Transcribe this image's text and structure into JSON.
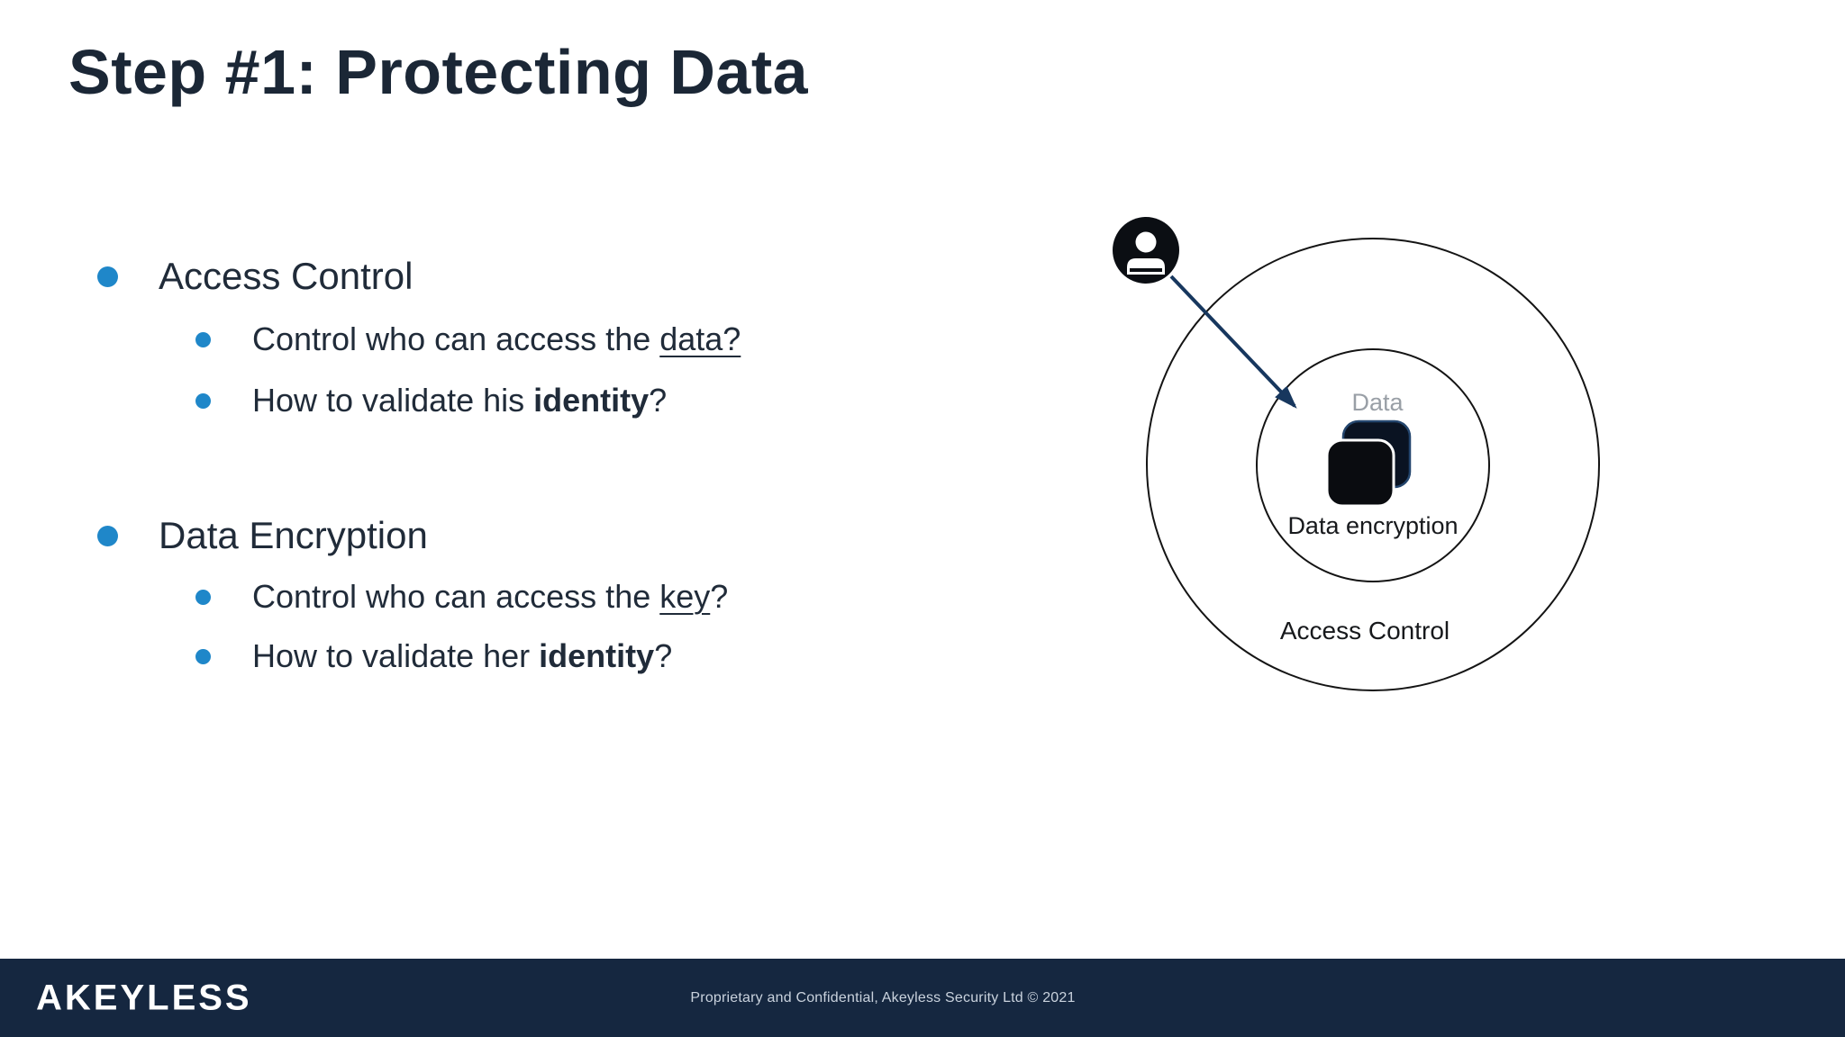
{
  "slide": {
    "title": "Step #1: Protecting Data"
  },
  "list": {
    "sections": [
      {
        "heading": "Access Control",
        "items": [
          {
            "pre": "Control who can access the ",
            "emph": "data?",
            "post": ""
          },
          {
            "pre": "How to validate his ",
            "emph": "identity",
            "post": "?"
          }
        ]
      },
      {
        "heading": "Data Encryption",
        "items": [
          {
            "pre": "Control who can access the ",
            "emph": "key",
            "post": "?"
          },
          {
            "pre": "How to validate her ",
            "emph": "identity",
            "post": "?"
          }
        ]
      }
    ]
  },
  "diagram": {
    "labels": {
      "inner_top": "Data",
      "inner_bottom": "Data encryption",
      "outer": "Access Control"
    },
    "icons": {
      "user": "user-circle-icon",
      "data": "copy-squares-icon"
    },
    "colors": {
      "circle_stroke": "#141414",
      "arrow": "#17375e",
      "inner_top_label": "#999fa6",
      "dark_label": "#17191c",
      "icon_back_fill": "#0a1322",
      "icon_back_stroke": "#24466e",
      "icon_front_fill": "#0a0c10"
    }
  },
  "footer": {
    "logo": "AKEYLESS",
    "text": "Proprietary and Confidential, Akeyless Security Ltd © 2021",
    "bg": "#152740"
  },
  "colors": {
    "bullet_blue": "#1f87c9",
    "text_dark": "#202b39",
    "title_dark": "#1b2736"
  }
}
